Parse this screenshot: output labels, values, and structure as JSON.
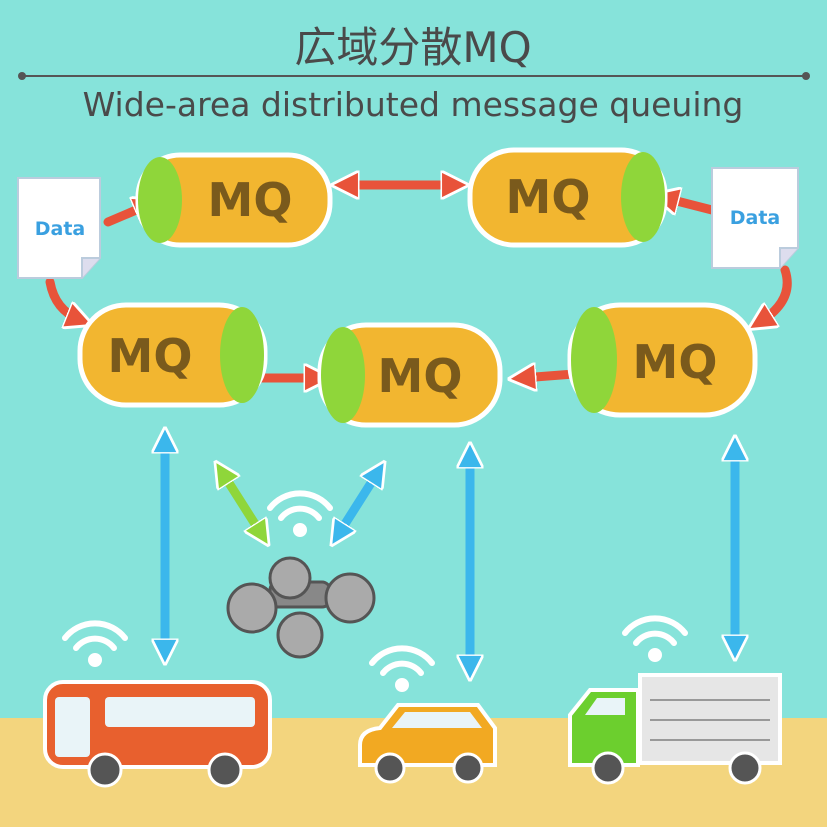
{
  "title": {
    "japanese": "広域分散MQ",
    "english": "Wide-area distributed message queuing"
  },
  "nodes": [
    {
      "id": "mq-top-left",
      "label": "MQ"
    },
    {
      "id": "mq-top-right",
      "label": "MQ"
    },
    {
      "id": "mq-mid-left",
      "label": "MQ"
    },
    {
      "id": "mq-mid-center",
      "label": "MQ"
    },
    {
      "id": "mq-mid-right",
      "label": "MQ"
    }
  ],
  "data_docs": [
    {
      "id": "data-left",
      "label": "Data"
    },
    {
      "id": "data-right",
      "label": "Data"
    }
  ],
  "vehicles": [
    "bus",
    "drone",
    "car",
    "truck"
  ],
  "colors": {
    "background": "#86e3da",
    "ground": "#f3d57e",
    "mq_body": "#f2b630",
    "mq_cap": "#8fd63a",
    "red_arrow": "#e8533a",
    "blue_arrow": "#3bb7ec",
    "green_arrow": "#8fd63a",
    "wifi": "#ffffff"
  }
}
